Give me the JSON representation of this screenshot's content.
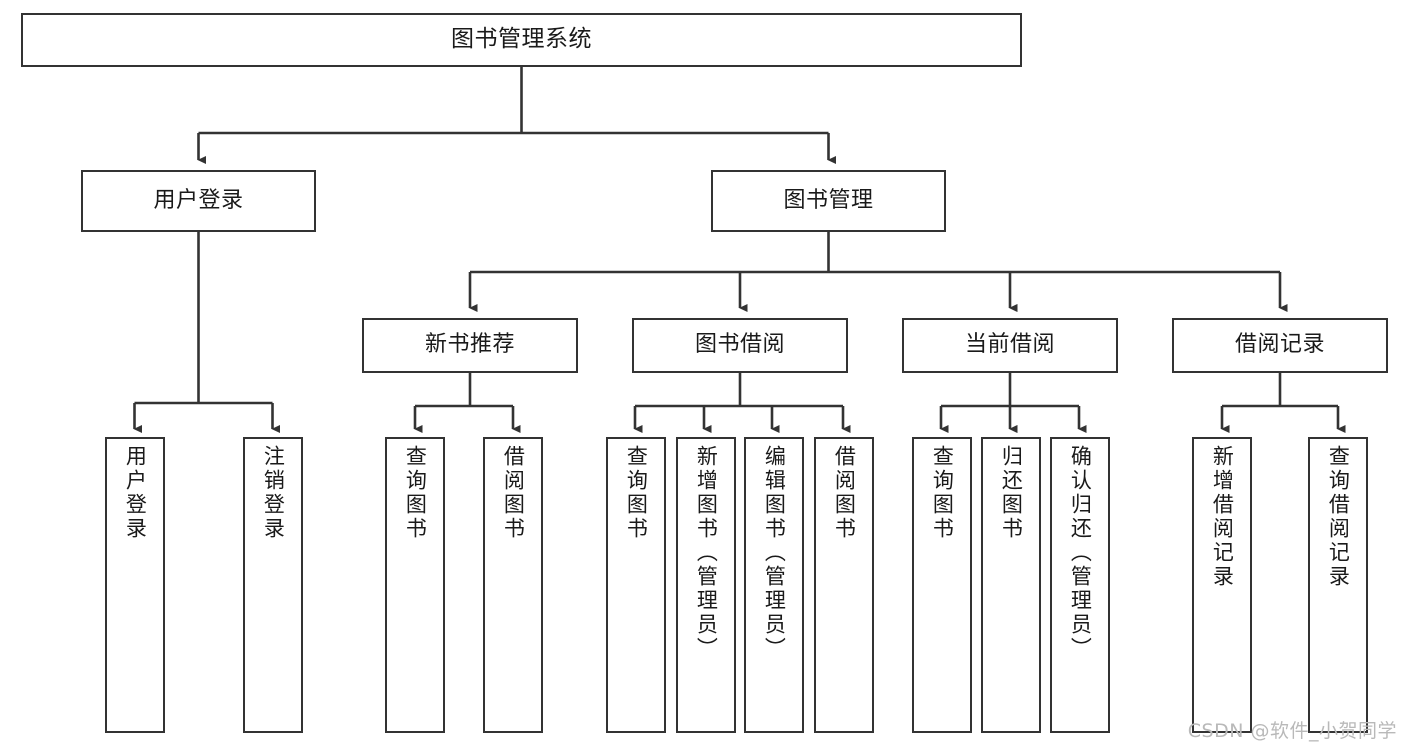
{
  "diagram": {
    "title": "图书管理系统",
    "type": "tree-hierarchy",
    "orientation": "top-down",
    "colors": {
      "box_border": "#333333",
      "box_fill": "#ffffff",
      "connector": "#333333",
      "text": "#1a1a1a",
      "watermark": "#b9b9b9",
      "background": "#ffffff"
    },
    "root": {
      "label": "图书管理系统"
    },
    "level2": [
      {
        "label": "用户登录"
      },
      {
        "label": "图书管理"
      }
    ],
    "level3": [
      {
        "label": "新书推荐"
      },
      {
        "label": "图书借阅"
      },
      {
        "label": "当前借阅"
      },
      {
        "label": "借阅记录"
      }
    ],
    "leaves": {
      "user_login": [
        {
          "label": "用户登录"
        },
        {
          "label": "注销登录"
        }
      ],
      "new_book_recommend": [
        {
          "label": "查询图书"
        },
        {
          "label": "借阅图书"
        }
      ],
      "book_borrow": [
        {
          "label": "查询图书"
        },
        {
          "label": "新增图书（管理员）"
        },
        {
          "label": "编辑图书（管理员）"
        },
        {
          "label": "借阅图书"
        }
      ],
      "current_borrow": [
        {
          "label": "查询图书"
        },
        {
          "label": "归还图书"
        },
        {
          "label": "确认归还（管理员）"
        }
      ],
      "borrow_record": [
        {
          "label": "新增借阅记录"
        },
        {
          "label": "查询借阅记录"
        }
      ]
    }
  },
  "watermark": {
    "text": "CSDN @软件_小贺同学"
  }
}
